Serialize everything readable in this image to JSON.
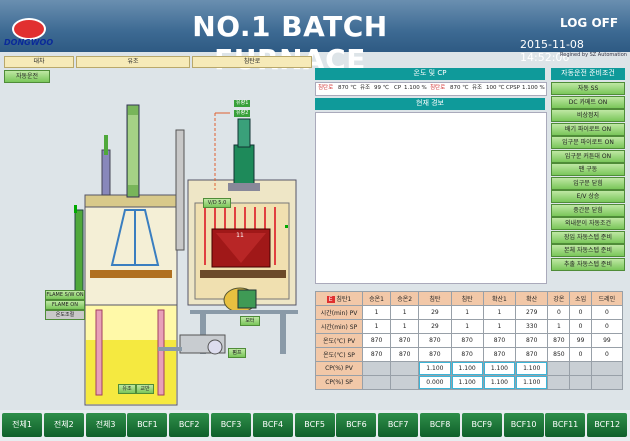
{
  "header": {
    "logo_text": "DONGWOO",
    "title": "NO.1 BATCH FURNACE",
    "logoff": "LOG OFF",
    "datetime": "2015-11-08 14:52:06",
    "credit": "Regined by SZ Automation"
  },
  "infobar": {
    "items": [
      "대차",
      "유조",
      "침탄로"
    ],
    "auto_label": "자동운전"
  },
  "temp_panel": {
    "title": "온도 및 CP",
    "values": [
      {
        "label": "침탄로",
        "value": "870 ℃"
      },
      {
        "label": "유조",
        "value": "99 ℃"
      },
      {
        "label": "CP",
        "value": "1.100 %"
      },
      {
        "label": "침탄로",
        "value": "870 ℃"
      },
      {
        "label": "유조",
        "value": "100 ℃"
      },
      {
        "label": "CPSP",
        "value": "1.100 %"
      }
    ]
  },
  "alarm_panel": {
    "title": "현재 경보"
  },
  "auto_panel": {
    "title": "자동운전 준비조건",
    "buttons": [
      "자동 SS",
      "DC 카메트 ON",
      "비상정지",
      "배기 파이로트 ON",
      "입구문 파이로트 ON",
      "입구문 커튼대 ON",
      "팬 구동",
      "입구문 닫힘",
      "E/V 상승",
      "중간문 닫힘",
      "외내문이 자동조건",
      "장입 자동스텝 준비",
      "본체 자동스텝 준비",
      "추출 자동스텝 준비"
    ]
  },
  "process": {
    "labels": {
      "flame_sw": "FLAME S/W ON",
      "flame": "FLAME ON",
      "heater": "온도조절",
      "valve_vo": "V/D 5.0",
      "top_tag": "유량1",
      "top_tag2": "유량2",
      "box_num": "11",
      "motor_tag": "모터",
      "pump_tag": "펌프",
      "oil_tag1": "유조",
      "oil_tag2": "교반"
    }
  },
  "recipe_table": {
    "headers": [
      "침탄1",
      "승온1",
      "승온2",
      "침탄",
      "침탄",
      "확산1",
      "확산",
      "강온",
      "소입",
      "드레인"
    ],
    "rows": [
      {
        "label": "시간(min) PV",
        "cells": [
          "1",
          "1",
          "29",
          "1",
          "1",
          "279",
          "0",
          "0",
          "0"
        ]
      },
      {
        "label": "시간(min) SP",
        "cells": [
          "1",
          "1",
          "29",
          "1",
          "1",
          "330",
          "1",
          "0",
          "0"
        ]
      },
      {
        "label": "온도(℃) PV",
        "cells": [
          "870",
          "870",
          "870",
          "870",
          "870",
          "870",
          "870",
          "99",
          "99"
        ]
      },
      {
        "label": "온도(℃) SP",
        "cells": [
          "870",
          "870",
          "870",
          "870",
          "870",
          "870",
          "850",
          "0",
          "0"
        ]
      },
      {
        "label": "CP(%) PV",
        "cells": [
          "",
          "",
          "1.100",
          "1.100",
          "1.100",
          "1.100",
          "",
          "",
          ""
        ]
      },
      {
        "label": "CP(%) SP",
        "cells": [
          "",
          "",
          "0.000",
          "1.100",
          "1.100",
          "1.100",
          "",
          "",
          ""
        ]
      }
    ]
  },
  "nav": {
    "buttons": [
      "전체1",
      "전체2",
      "전체3",
      "BCF1",
      "BCF2",
      "BCF3",
      "BCF4",
      "BCF5",
      "BCF6",
      "BCF7",
      "BCF8",
      "BCF9",
      "BCF10",
      "BCF11",
      "BCF12"
    ]
  }
}
